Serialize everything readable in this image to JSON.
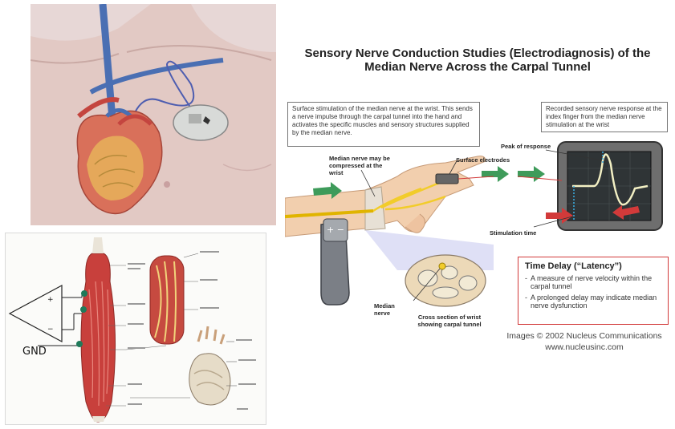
{
  "title": {
    "line1": "Sensory Nerve Conduction Studies (Electrodiagnosis) of the",
    "line2": "Median Nerve Across the Carpal Tunnel"
  },
  "callouts": {
    "stimulation": "Surface stimulation of the median nerve at the wrist. This sends a nerve impulse through the carpal tunnel into the hand and activates the specific muscles and sensory structures supplied by the median nerve.",
    "recording": "Recorded sensory nerve response at the index finger from the median nerve stimulation at the wrist"
  },
  "labels": {
    "compressed": "Median nerve may be compressed at the wrist",
    "electrodes": "Surface electrodes",
    "peak": "Peak of response",
    "stim_time": "Stimulation time",
    "median_nerve": "Median nerve",
    "cross_section": "Cross section of wrist showing carpal tunnel"
  },
  "latency": {
    "title": "Time Delay (“Latency”)",
    "items": [
      "A measure of nerve velocity within the carpal tunnel",
      "A prolonged delay may indicate median nerve dysfunction"
    ]
  },
  "credits": {
    "line1": "Images © 2002 Nucleus Communications",
    "line2": "www.nucleusinc.com"
  },
  "muscle_panel": {
    "gnd": "GND"
  },
  "colors": {
    "accent_red": "#d23a3a",
    "arrow_green": "#3e9b5a",
    "skin": "#f2cfae",
    "muscle": "#c8403c"
  }
}
